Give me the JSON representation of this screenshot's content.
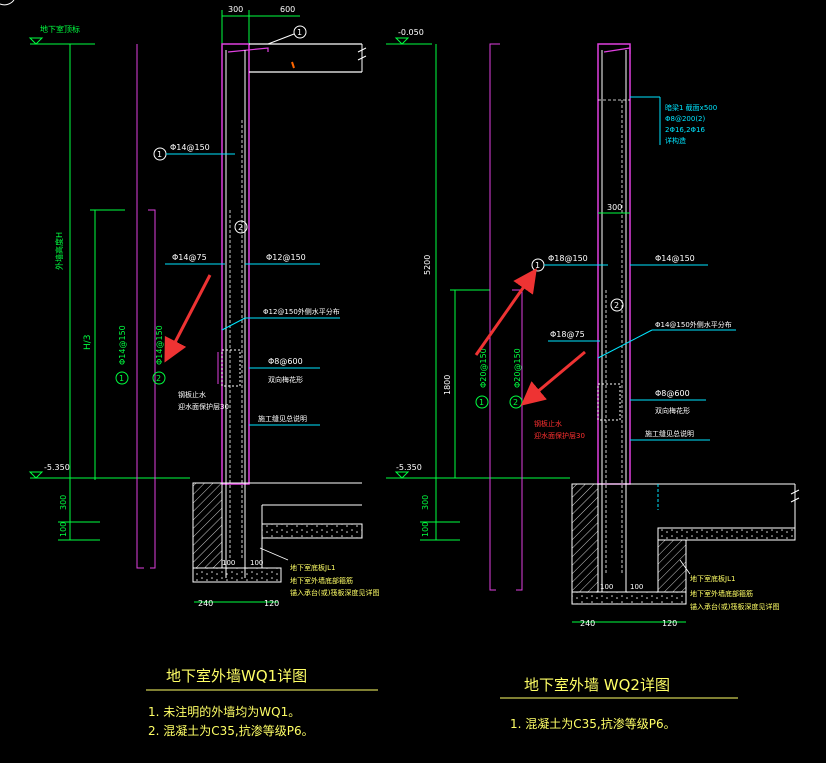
{
  "colors": {
    "background": "#000000",
    "wall": "#e040e0",
    "rebar": "#ffffff",
    "dim": "#00ff40",
    "annot": "#00e5ff",
    "notes": "#ffff66",
    "accent_red": "#ff3030",
    "arrow": "#ee3333"
  },
  "wq1": {
    "title": "地下室外墙WQ1详图",
    "notes": [
      "1. 未注明的外墙均为WQ1。",
      "2. 混凝土为C35,抗渗等级P6。"
    ],
    "top_elev": "地下室顶标",
    "bottom_elev": "-5.350",
    "dim_top_300": "300",
    "dim_top_600": "600",
    "left_vertical_label": "外墙高度H",
    "hj_label": "H/3",
    "dim_300": "300",
    "dim_100": "100",
    "bar1": "Φ14@150",
    "bar_a": "Φ14@75",
    "bar2": "Φ12@150",
    "bar_dist": "Φ12@150外侧水平分布",
    "tie": "Φ8@600",
    "tie_note": "双向梅花形",
    "vert_bar1": "Φ14@150",
    "vert_bar2": "Φ14@150",
    "waterstop": "施工缝见总说明",
    "side_note_1": "钢板止水",
    "side_note_2": "迎水面保护层30",
    "bottom_100_left": "100",
    "bottom_100_right": "100",
    "base_label_1": "地下室底板JL1",
    "base_label_2": "地下室外墙底部箍筋",
    "base_label_3": "锚入承台(或)筏板深度见详图",
    "dim_240": "240",
    "dim_120": "120",
    "num1": "1",
    "num2": "2"
  },
  "wq2": {
    "title": "地下室外墙 WQ2详图",
    "notes": [
      "1. 混凝土为C35,抗渗等级P6。"
    ],
    "top_elev": "-0.050",
    "bottom_elev": "-5.350",
    "dim_5200": "5200",
    "dim_1800": "1800",
    "dim_300": "300",
    "dim_100": "100",
    "dim_wall_300": "300",
    "beam_1": "暗梁1  截面x500",
    "beam_2": "Φ8@200(2)",
    "beam_3": "2Φ16,2Φ16",
    "beam_4": "详构造",
    "bar1": "Φ18@150",
    "bar_a": "Φ18@75",
    "bar2": "Φ14@150",
    "bar_dist": "Φ14@150外侧水平分布",
    "tie": "Φ8@600",
    "tie_note": "双向梅花形",
    "vert_bar1": "Φ20@150",
    "vert_bar2": "Φ20@150",
    "waterstop": "施工缝见总说明",
    "side_note_1": "钢板止水",
    "side_note_2": "迎水面保护层30",
    "bottom_100_left": "100",
    "bottom_100_right": "100",
    "base_label_1": "地下室底板JL1",
    "base_label_2": "地下室外墙底部箍筋",
    "base_label_3": "锚入承台(或)筏板深度见详图",
    "dim_240": "240",
    "dim_120": "120",
    "num1": "1",
    "num2": "2"
  }
}
